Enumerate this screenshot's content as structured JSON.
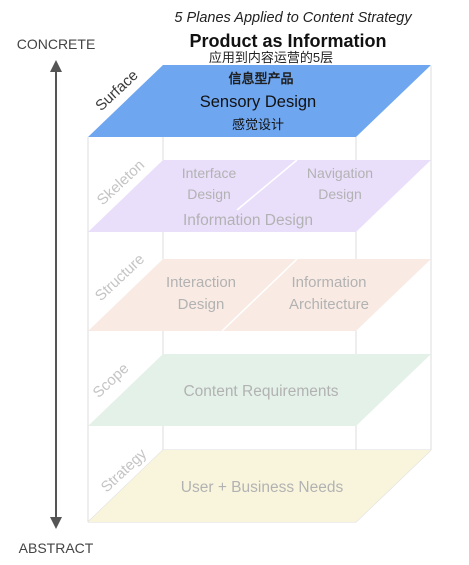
{
  "header": {
    "subtitle": "5 Planes Applied to Content Strategy",
    "title": "Product as Information",
    "title_cn": "应用到内容运营的5层"
  },
  "axis": {
    "top_label": "CONCRETE",
    "bottom_label": "ABSTRACT"
  },
  "planes": {
    "surface": {
      "side_label": "Surface",
      "label_cn": "信息型产品",
      "label": "Sensory Design",
      "label_cn_2": "感觉设计",
      "color": "#6fa6f0"
    },
    "skeleton": {
      "side_label": "Skeleton",
      "left_line1": "Interface",
      "left_line2": "Design",
      "right_line1": "Navigation",
      "right_line2": "Design",
      "bottom": "Information Design",
      "color": "#eadffb"
    },
    "structure": {
      "side_label": "Structure",
      "left_line1": "Interaction",
      "left_line2": "Design",
      "right_line1": "Information",
      "right_line2": "Architecture",
      "color": "#f9ebe4"
    },
    "scope": {
      "side_label": "Scope",
      "label": "Content Requirements",
      "color": "#e3f1e8"
    },
    "strategy": {
      "side_label": "Strategy",
      "label": "User + Business Needs",
      "color": "#f9f5dd"
    }
  }
}
